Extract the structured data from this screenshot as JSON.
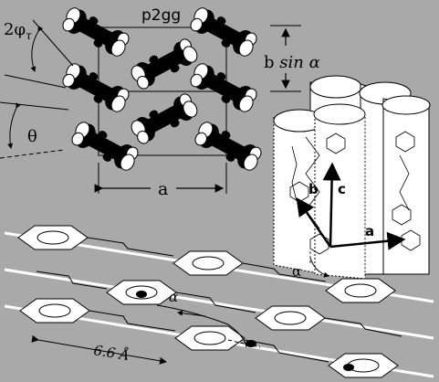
{
  "figure": {
    "group_label": "p2gg",
    "label_phi_prefix": "2φ",
    "label_phi_sub": "τ",
    "label_theta": "θ",
    "label_a_cell": "a",
    "label_bsina_b": "b",
    "label_bsina_sin": "sin",
    "label_bsina_alpha": "α",
    "label_b_axis": "b",
    "label_c_axis": "c",
    "label_a_axis": "a",
    "label_alpha_bundle": "α",
    "label_alpha_chain": "α",
    "label_spacing": "6.6 Å"
  }
}
